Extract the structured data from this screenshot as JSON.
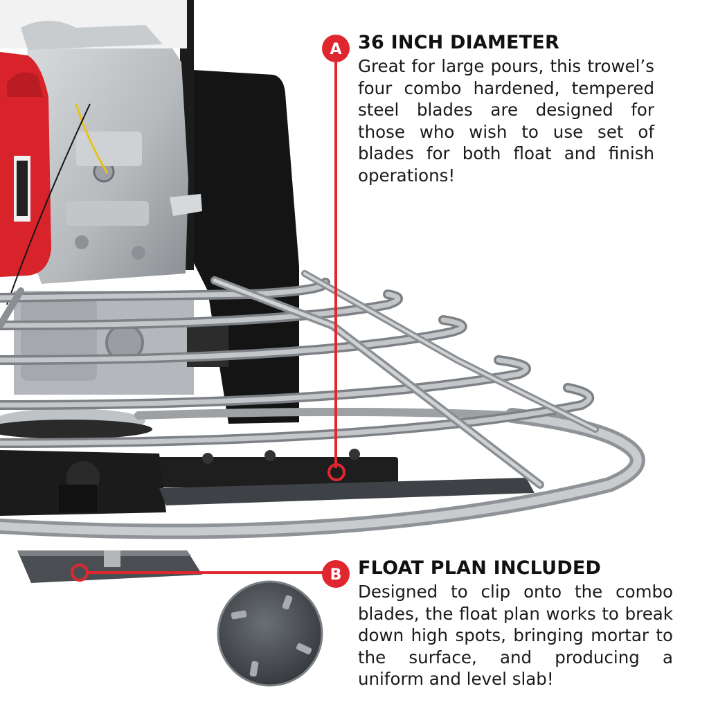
{
  "colors": {
    "accent": "#e0262f",
    "engine_red": "#d8232b",
    "text": "#111111"
  },
  "product_image": "power-trowel-machine",
  "callouts": [
    {
      "badge": "A",
      "title": "36 INCH DIAMETER",
      "body": "Great for large pours, this trowel’s four combo hardened, tempered steel blades are designed for those who wish to use set of blades for both float and finish operations!"
    },
    {
      "badge": "B",
      "title": "FLOAT PLAN INCLUDED",
      "body": "Designed to clip onto the combo blades, the float plan works to break down high spots, bringing mortar to the surface, and producing a uniform and level slab!"
    }
  ]
}
